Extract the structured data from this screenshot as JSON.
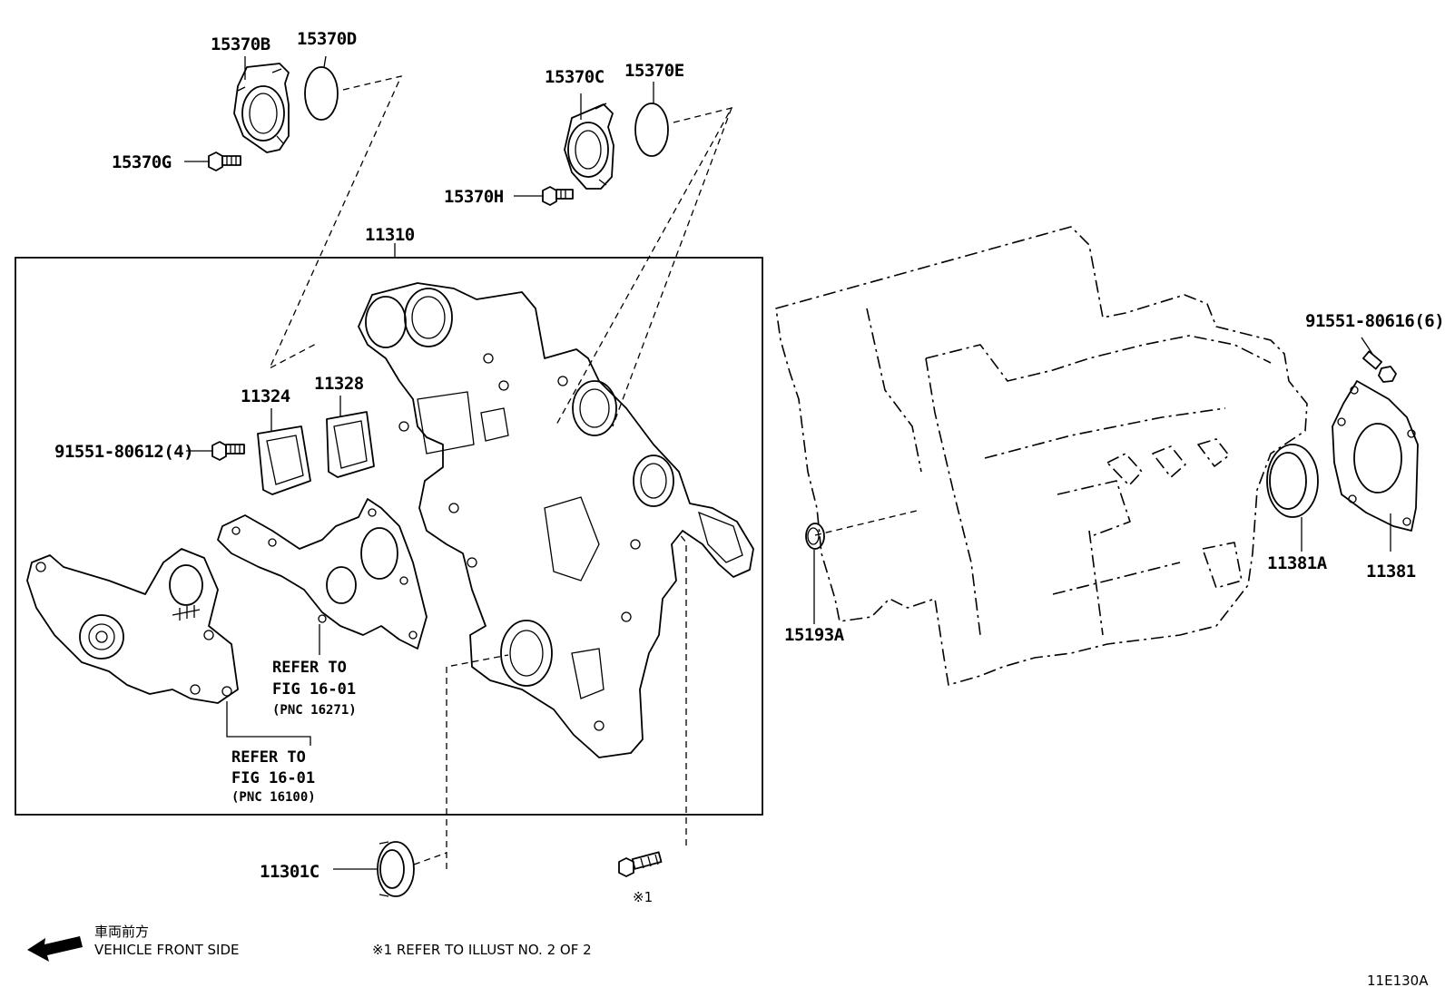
{
  "parts": {
    "p15370B": "15370B",
    "p15370D": "15370D",
    "p15370C": "15370C",
    "p15370E": "15370E",
    "p15370G": "15370G",
    "p15370H": "15370H",
    "p11310": "11310",
    "p11324": "11324",
    "p11328": "11328",
    "p91551_80612": "91551-80612(4)",
    "p91551_80616": "91551-80616(6)",
    "p11381A": "11381A",
    "p11381": "11381",
    "p15193A": "15193A",
    "p11301C": "11301C"
  },
  "references": {
    "refer1_line1": "REFER TO",
    "refer1_line2": "FIG 16-01",
    "refer1_line3": "(PNC 16271)",
    "refer2_line1": "REFER TO",
    "refer2_line2": "FIG 16-01",
    "refer2_line3": "(PNC 16100)"
  },
  "notes": {
    "mark1": "※1",
    "front_jp": "車両前方",
    "front_en": "VEHICLE FRONT SIDE",
    "illust_ref": "※1  REFER TO ILLUST NO. 2 OF 2",
    "illust_code": "11E130A"
  },
  "icons": {
    "front_arrow": "arrow-left-icon"
  }
}
